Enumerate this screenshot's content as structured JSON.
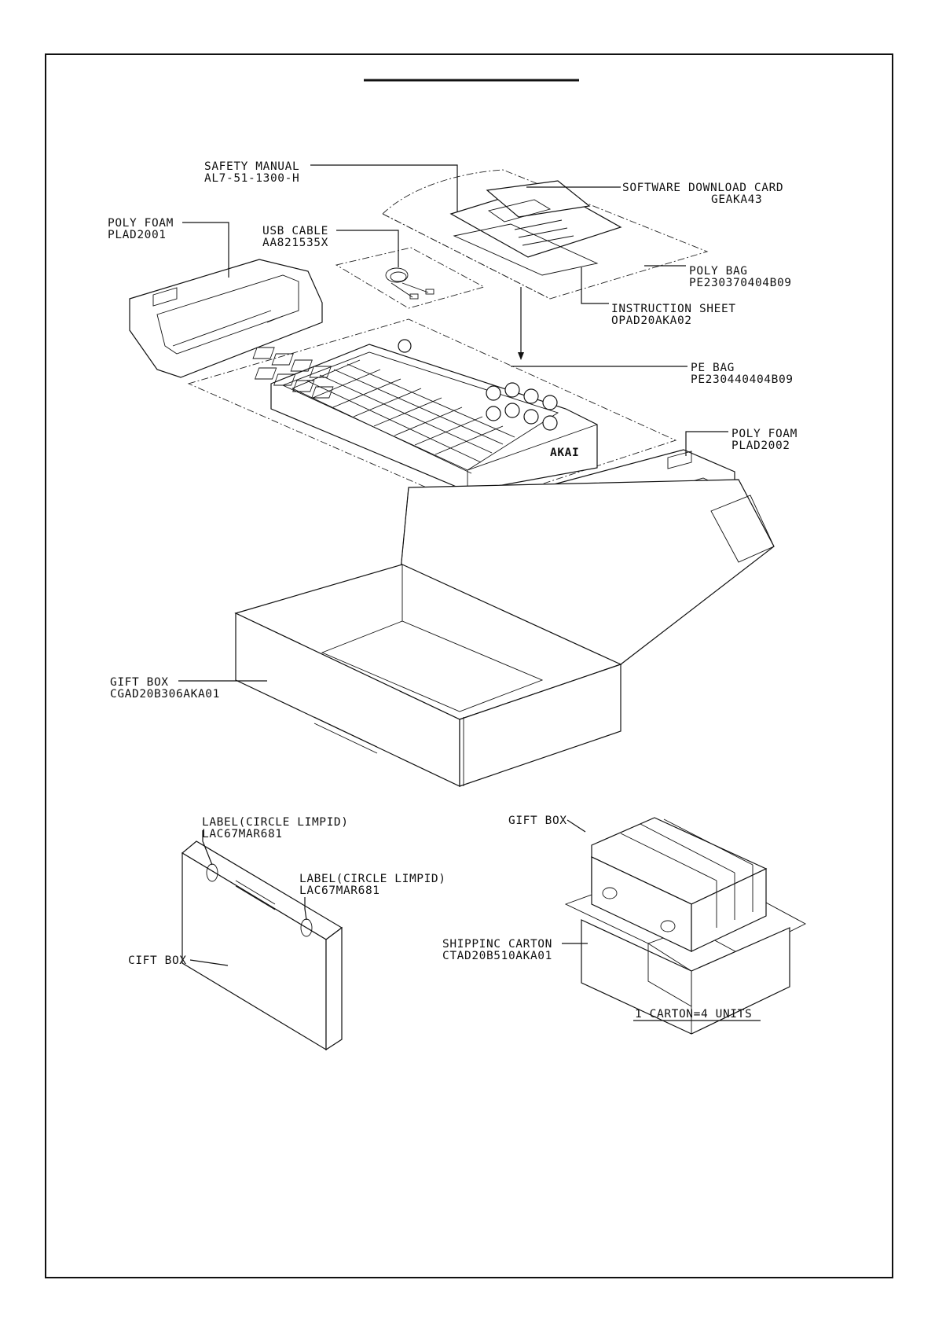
{
  "callouts": {
    "safety_manual": [
      "SAFETY MANUAL",
      "AL7-51-1300-H"
    ],
    "software_card": [
      "SOFTWARE DOWNLOAD CARD",
      "GEAKA43"
    ],
    "poly_foam_left": [
      "POLY FOAM",
      "PLAD2001"
    ],
    "usb_cable": [
      "USB CABLE",
      "AA821535X"
    ],
    "poly_bag": [
      "POLY BAG",
      "PE230370404B09"
    ],
    "instruction_sheet": [
      "INSTRUCTION SHEET",
      "OPAD20AKA02"
    ],
    "pe_bag": [
      "PE BAG",
      "PE230440404B09"
    ],
    "poly_foam_right": [
      "POLY FOAM",
      "PLAD2002"
    ],
    "gift_box_main": [
      "GIFT BOX",
      "CGAD20B306AKA01"
    ],
    "label_top": [
      "LABEL(CIRCLE LIMPID)",
      "LAC67MAR681"
    ],
    "label_mid": [
      "LABEL(CIRCLE LIMPID)",
      "LAC67MAR681"
    ],
    "gift_box_small": "CIFT BOX",
    "gift_box_carton": "GIFT BOX",
    "shipping_carton": [
      "SHIPPINC CARTON",
      "CTAD20B510AKA01"
    ],
    "carton_units": "1 CARTON=4 UNITS"
  },
  "device_logo": "AKAI"
}
